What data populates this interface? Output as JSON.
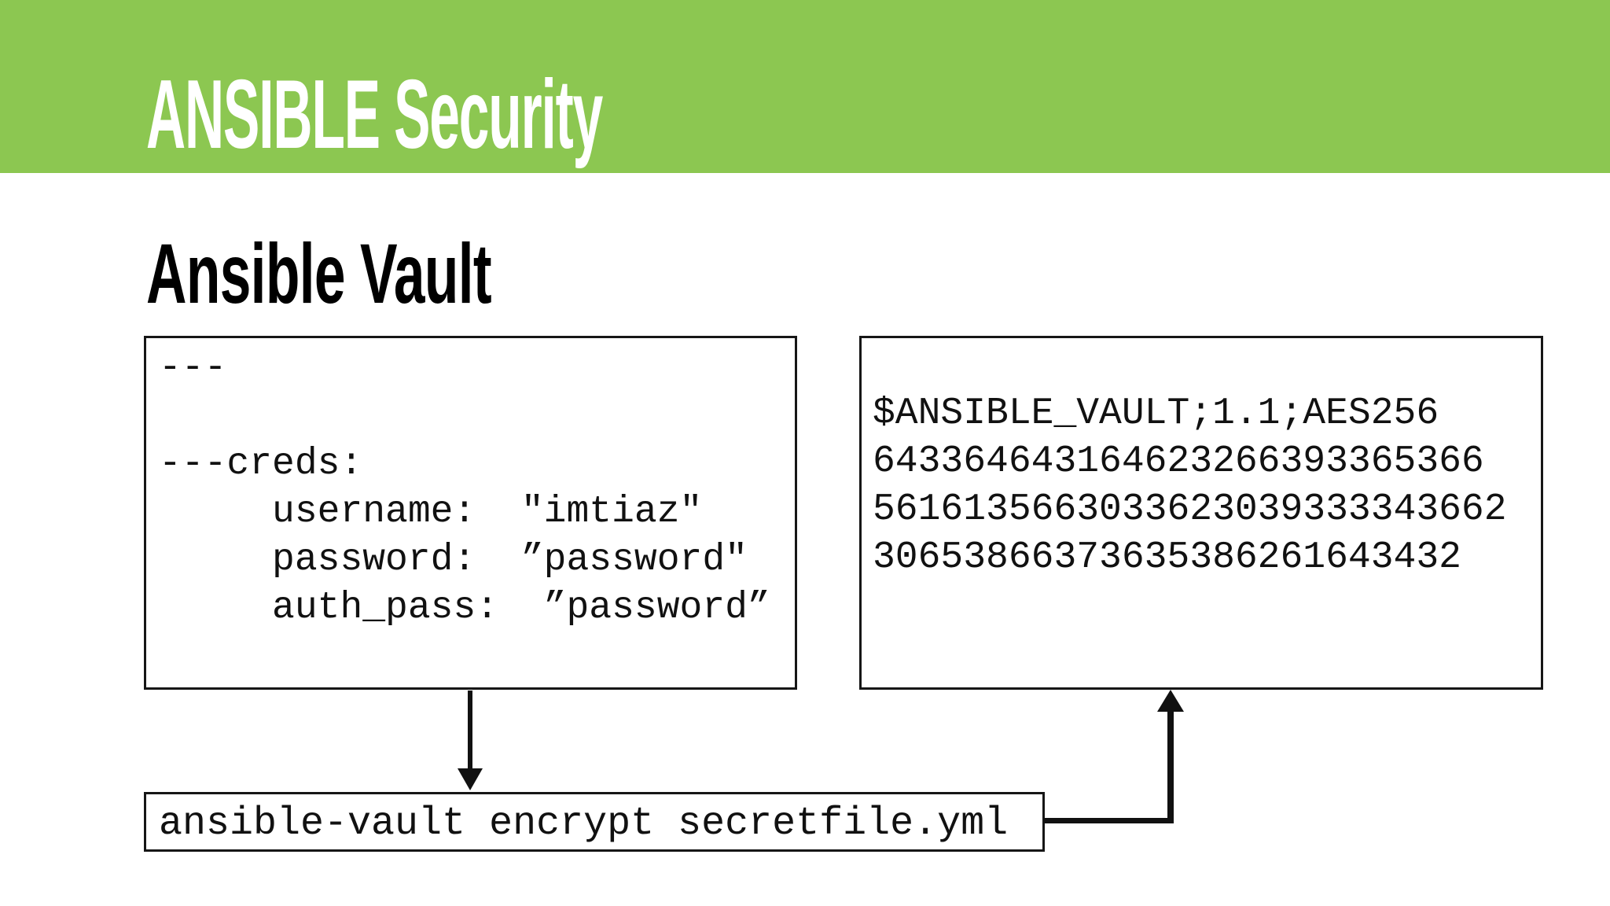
{
  "title_bar": {
    "label": "ANSIBLE Security",
    "background_color": "#8cc751",
    "text_color": "#ffffff"
  },
  "section_title": "Ansible Vault",
  "plaintext_box": {
    "code": "---\n\n---creds:\n     username:  \"imtiaz\"\n     password:  ”password\"\n     auth_pass:  ”password”"
  },
  "encrypted_box": {
    "code": "$ANSIBLE_VAULT;1.1;AES256\n643364643164623266393365366\n5616135663033623039333343662\n30653866373635386261643432"
  },
  "command_box": {
    "command": "ansible-vault encrypt secretfile.yml"
  }
}
